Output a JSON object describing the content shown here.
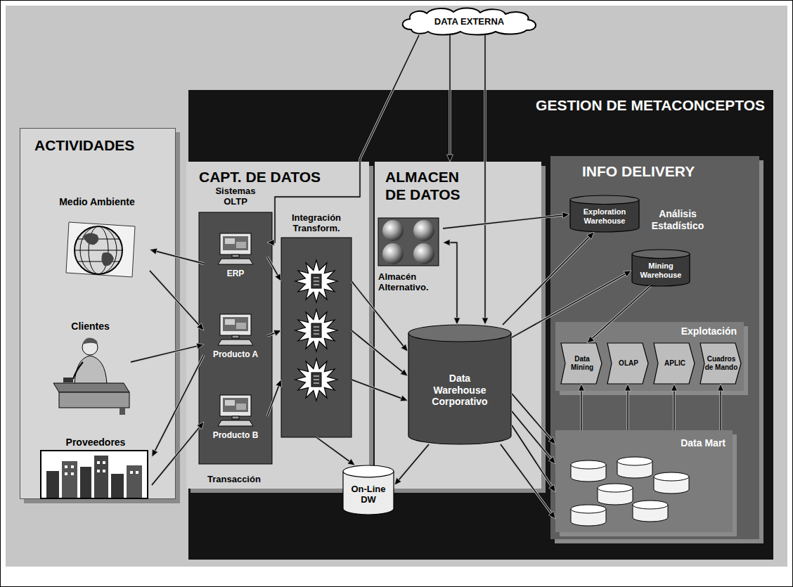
{
  "diagram": {
    "nodes": [
      {
        "text": [
          "DATA EXTERNA"
        ]
      },
      {
        "text": [
          "GESTION DE METACONCEPTOS"
        ]
      },
      {
        "text": [
          "ACTIVIDADES"
        ]
      },
      {
        "text": [
          "Medio Ambiente"
        ],
        "in": 2
      },
      {
        "text": [
          "Clientes"
        ],
        "in": 2
      },
      {
        "text": [
          "Proveedores"
        ],
        "in": 2
      },
      {
        "text": [
          "CAPT. DE DATOS",
          "Transacción"
        ],
        "in": 1
      },
      {
        "text": [
          "Sistemas OLTP"
        ],
        "in": 6
      },
      {
        "text": [
          "ERP"
        ],
        "in": 7
      },
      {
        "text": [
          "Producto A"
        ],
        "in": 7
      },
      {
        "text": [
          "Producto B"
        ],
        "in": 7
      },
      {
        "text": [
          "Integración Transform."
        ],
        "in": 6
      },
      {
        "text": [
          "ALMACEN DE DATOS"
        ],
        "in": 1
      },
      {
        "text": [
          "Almacén Alternativo."
        ],
        "in": 12
      },
      {
        "text": [
          "Data Warehouse Corporativo"
        ],
        "in": 12
      },
      {
        "text": [
          "On-Line DW"
        ],
        "in": 1
      },
      {
        "text": [
          "INFO DELIVERY"
        ],
        "in": 1
      },
      {
        "text": [
          "Exploration Warehouse"
        ],
        "in": 16
      },
      {
        "text": [
          "Mining Warehouse"
        ],
        "in": 16
      },
      {
        "text": [
          "Explotación"
        ],
        "in": 16
      },
      {
        "text": [
          "Data Mining"
        ],
        "in": 19
      },
      {
        "text": [
          "OLAP"
        ],
        "in": 19
      },
      {
        "text": [
          "APLIC"
        ],
        "in": 19
      },
      {
        "text": [
          "Cuadros de Mando"
        ],
        "in": 19
      },
      {
        "text": [
          "Data Mart"
        ],
        "in": 16
      }
    ],
    "edges": [
      {
        "from": 0,
        "to": 8,
        "arrow": "to"
      },
      {
        "from": 0,
        "to": 12,
        "arrow": "to"
      },
      {
        "from": 0,
        "to": 14,
        "arrow": "to"
      },
      {
        "from": 8,
        "to": 3,
        "arrow": "to"
      },
      {
        "from": 3,
        "to": 9,
        "arrow": "to"
      },
      {
        "from": 4,
        "to": 9,
        "arrow": "to"
      },
      {
        "from": 9,
        "to": 5,
        "arrow": "to"
      },
      {
        "from": 5,
        "to": 10,
        "arrow": "to"
      },
      {
        "from": 8,
        "to": 11,
        "arrow": "to"
      },
      {
        "from": 9,
        "to": 11,
        "arrow": "to"
      },
      {
        "from": 10,
        "to": 11,
        "arrow": "to"
      },
      {
        "from": 11,
        "to": 14,
        "arrow": "to"
      },
      {
        "from": 11,
        "to": 14,
        "arrow": "to"
      },
      {
        "from": 11,
        "to": 14,
        "arrow": "to"
      },
      {
        "from": 11,
        "to": 15,
        "arrow": "to"
      },
      {
        "from": 14,
        "to": 15,
        "arrow": "to"
      },
      {
        "from": 13,
        "to": 14,
        "arrow": "both"
      },
      {
        "from": 13,
        "to": 17,
        "arrow": "to"
      },
      {
        "from": 14,
        "to": 17,
        "arrow": "to"
      },
      {
        "from": 14,
        "to": 18,
        "arrow": "to"
      },
      {
        "from": 18,
        "to": 20,
        "arrow": "to"
      },
      {
        "from": 14,
        "to": 24,
        "arrow": "to"
      },
      {
        "from": 14,
        "to": 24,
        "arrow": "to"
      },
      {
        "from": 14,
        "to": 24,
        "arrow": "to"
      },
      {
        "from": 14,
        "to": 24,
        "arrow": "to"
      },
      {
        "from": 24,
        "to": 20,
        "arrow": "to"
      },
      {
        "from": 24,
        "to": 21,
        "arrow": "to"
      },
      {
        "from": 24,
        "to": 22,
        "arrow": "to"
      },
      {
        "from": 24,
        "to": 23,
        "arrow": "to"
      }
    ],
    "labels": [
      "Análisis Estadístico"
    ]
  }
}
